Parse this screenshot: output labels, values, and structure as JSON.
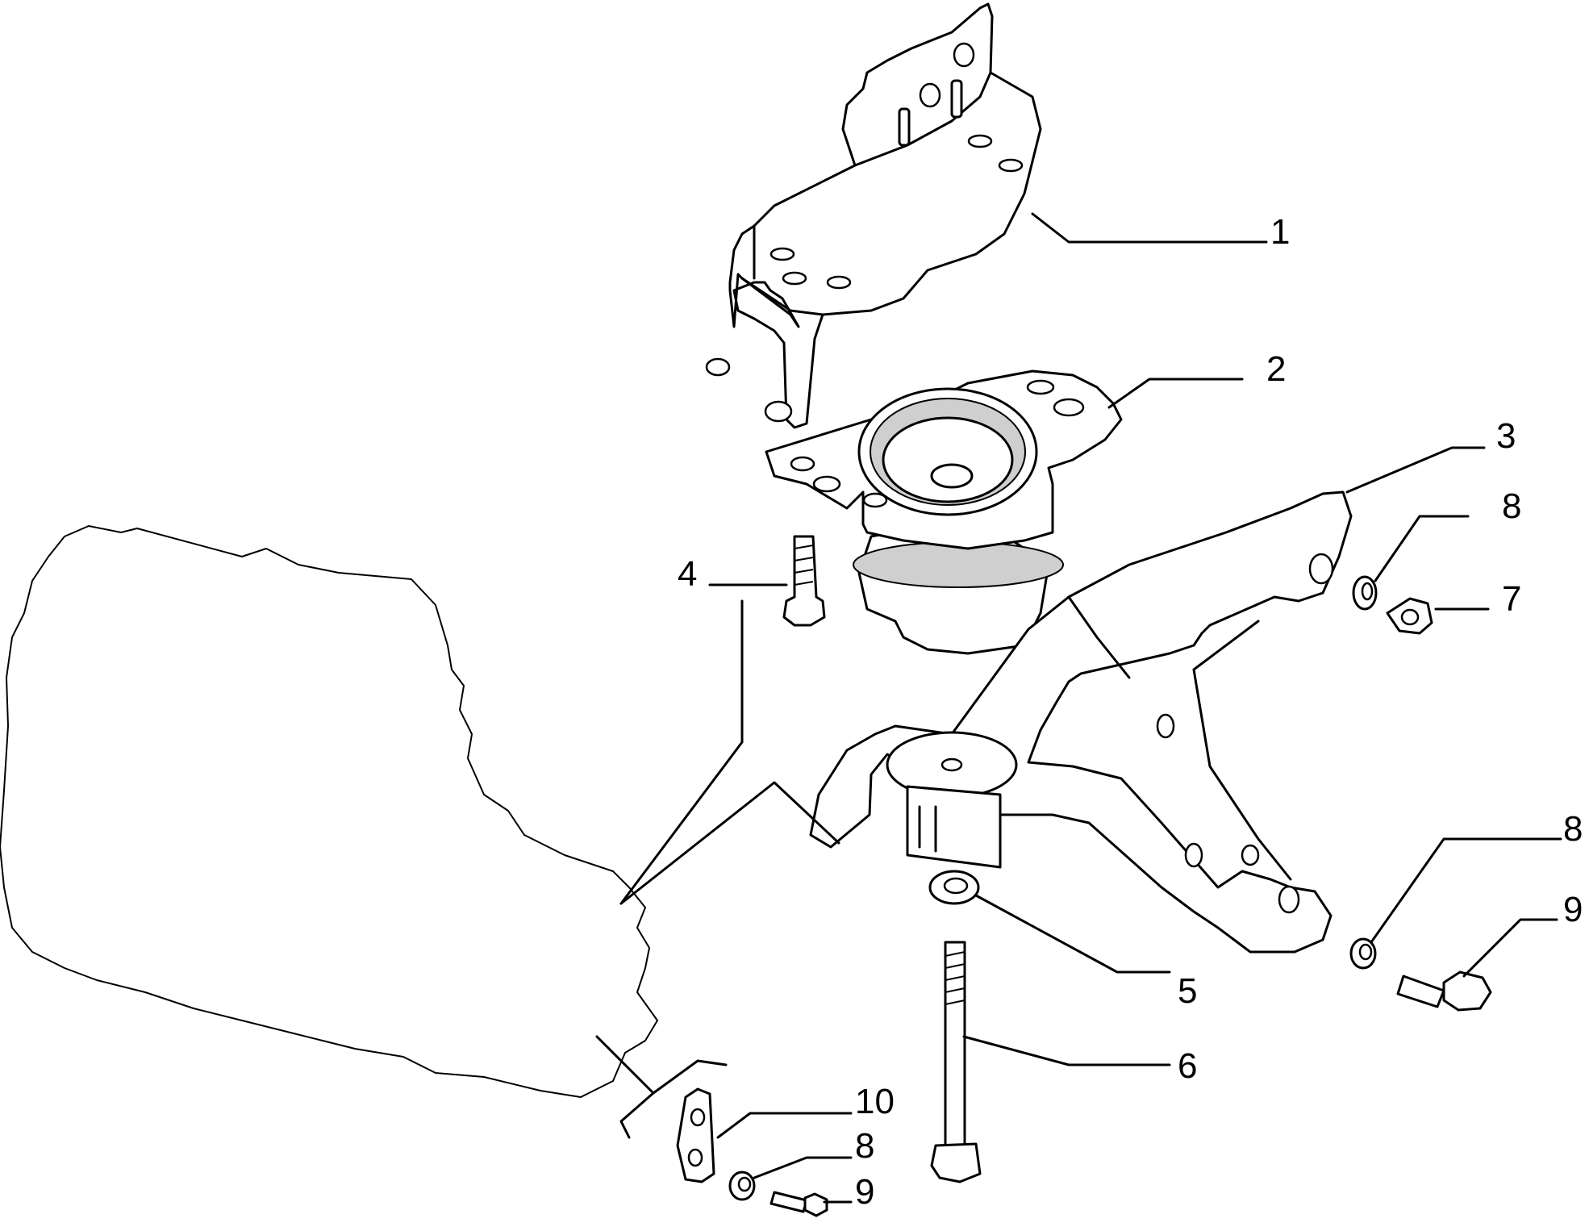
{
  "callouts": [
    {
      "id": "c1",
      "label": "1"
    },
    {
      "id": "c2",
      "label": "2"
    },
    {
      "id": "c3",
      "label": "3"
    },
    {
      "id": "c4",
      "label": "4"
    },
    {
      "id": "c5",
      "label": "5"
    },
    {
      "id": "c6",
      "label": "6"
    },
    {
      "id": "c7",
      "label": "7"
    },
    {
      "id": "c8a",
      "label": "8"
    },
    {
      "id": "c8b",
      "label": "8"
    },
    {
      "id": "c8c",
      "label": "8"
    },
    {
      "id": "c9a",
      "label": "9"
    },
    {
      "id": "c9b",
      "label": "9"
    },
    {
      "id": "c10",
      "label": "10"
    }
  ]
}
